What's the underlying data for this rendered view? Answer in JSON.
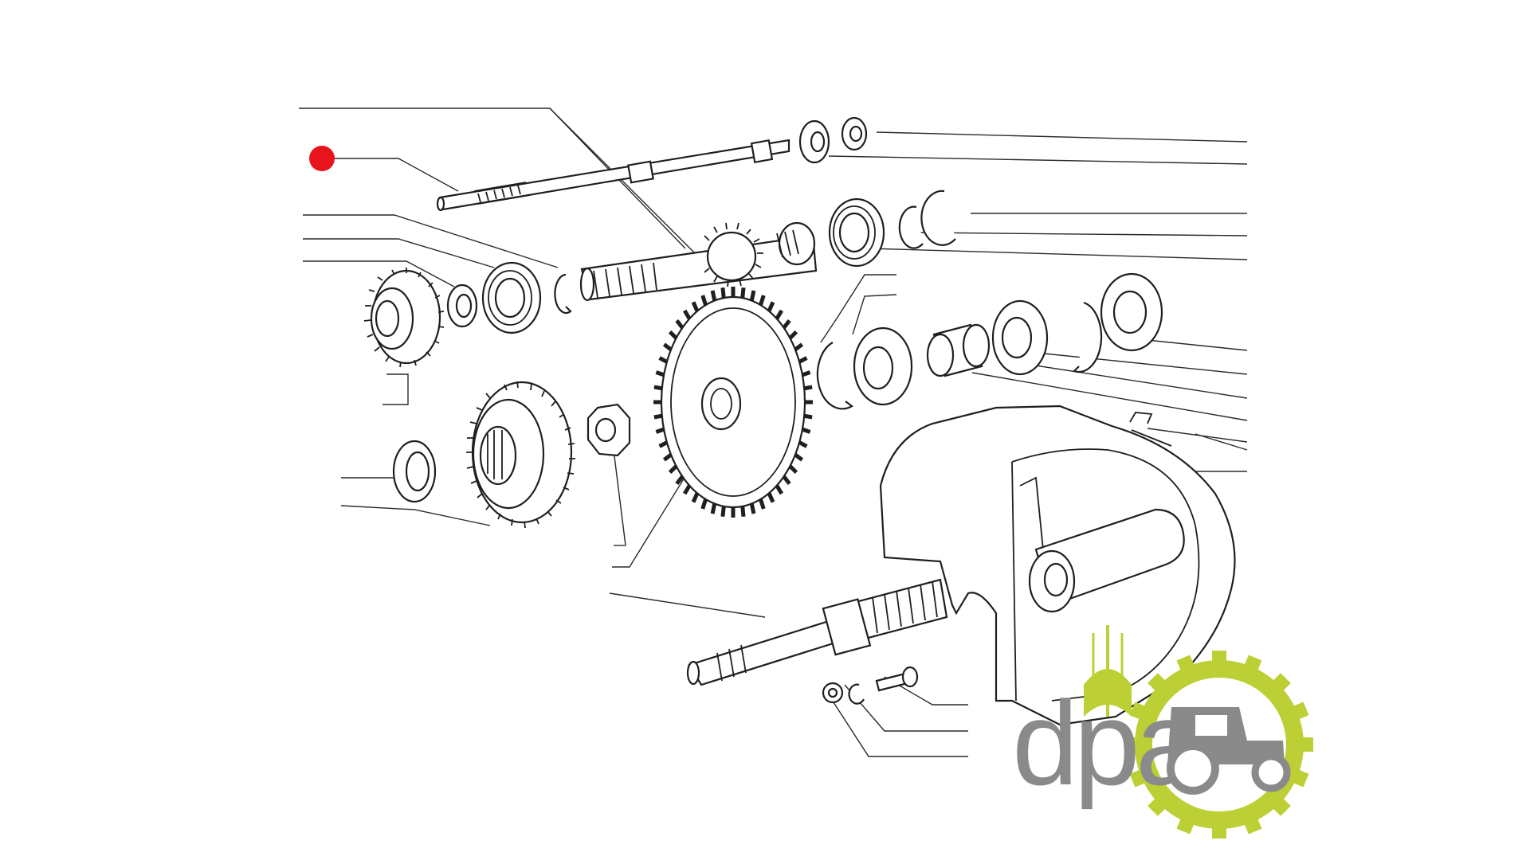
{
  "diagram": {
    "type": "exploded parts diagram",
    "highlight_marker": {
      "color": "#e8141b"
    },
    "line_color": "#2a2a2a",
    "parts": [
      "input-shaft",
      "spacer-ring",
      "needle-bearing",
      "drive-gear-shaft",
      "ball-bearing",
      "snap-ring",
      "circlip",
      "small-gear",
      "washer-ring",
      "large-gear",
      "seal-ring",
      "hex-nut",
      "large-spur-gear",
      "bushing",
      "output-shaft",
      "housing-cover",
      "bolt",
      "washer",
      "lock-washer"
    ]
  },
  "logo": {
    "text": "dpa",
    "text_color": "#8a8a8a",
    "accent_color": "#bcd035",
    "icons": [
      "wheat-icon",
      "tractor-icon",
      "gear-ring-icon"
    ]
  }
}
